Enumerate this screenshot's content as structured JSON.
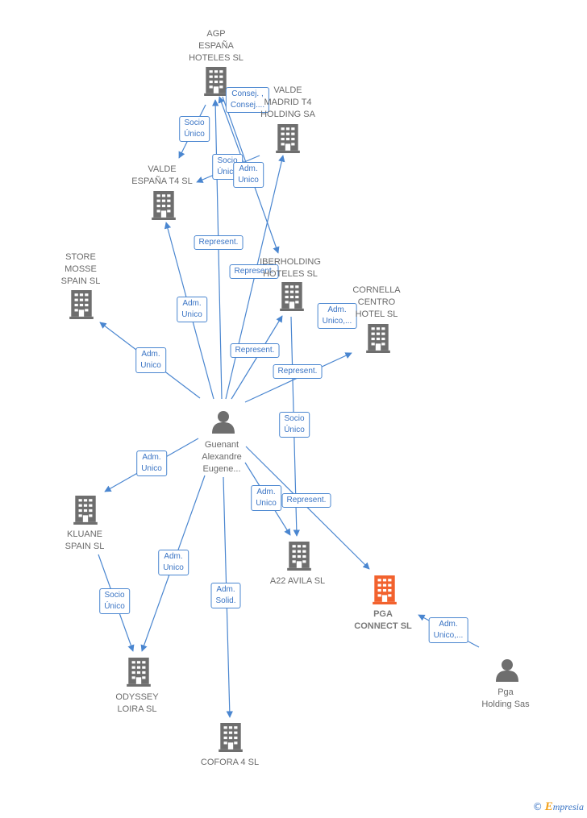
{
  "colors": {
    "edge": "#4a86d0",
    "node": "#6e6e6e",
    "focus_node": "#f2622e"
  },
  "nodes": [
    {
      "id": "agp",
      "type": "company",
      "lines": [
        "AGP",
        "ESPAÑA",
        "HOTELES SL"
      ]
    },
    {
      "id": "valde_madrid",
      "type": "company",
      "lines": [
        "VALDE",
        "MADRID T4",
        "HOLDING SA"
      ]
    },
    {
      "id": "valde_espana",
      "type": "company",
      "lines": [
        "VALDE",
        "ESPAÑA T4  SL"
      ]
    },
    {
      "id": "store_mosse",
      "type": "company",
      "lines": [
        "STORE",
        "MOSSE",
        "SPAIN SL"
      ]
    },
    {
      "id": "iberholding",
      "type": "company",
      "lines": [
        "IBERHOLDING",
        "HOTELES  SL"
      ]
    },
    {
      "id": "cornella",
      "type": "company",
      "lines": [
        "CORNELLA",
        "CENTRO",
        "HOTEL  SL"
      ]
    },
    {
      "id": "guenant",
      "type": "person",
      "lines": [
        "Guenant",
        "Alexandre",
        "Eugene..."
      ]
    },
    {
      "id": "kluane",
      "type": "company",
      "lines": [
        "KLUANE",
        "SPAIN SL"
      ]
    },
    {
      "id": "a22",
      "type": "company",
      "lines": [
        "A22 AVILA  SL"
      ]
    },
    {
      "id": "pga_connect",
      "type": "company",
      "focus": true,
      "lines": [
        "PGA",
        "CONNECT  SL"
      ]
    },
    {
      "id": "pga_holding",
      "type": "person",
      "lines": [
        "Pga",
        "Holding Sas"
      ]
    },
    {
      "id": "odyssey",
      "type": "company",
      "lines": [
        "ODYSSEY",
        "LOIRA  SL"
      ]
    },
    {
      "id": "cofora",
      "type": "company",
      "lines": [
        "COFORA 4 SL"
      ]
    }
  ],
  "edges": [
    {
      "id": "agp-consej",
      "lines": [
        "Consej. ,",
        "Consej...."
      ]
    },
    {
      "id": "agp-socio",
      "lines": [
        "Socio",
        "Único"
      ]
    },
    {
      "id": "madrid-socio",
      "lines": [
        "Socio",
        "Único"
      ]
    },
    {
      "id": "madrid-adm",
      "lines": [
        "Adm.",
        "Unico"
      ]
    },
    {
      "id": "g-agp",
      "lines": [
        "Represent."
      ]
    },
    {
      "id": "g-valde-espana",
      "lines": [
        "Adm.",
        "Unico"
      ]
    },
    {
      "id": "g-madrid",
      "lines": [
        "Represent."
      ]
    },
    {
      "id": "g-store",
      "lines": [
        "Adm.",
        "Unico"
      ]
    },
    {
      "id": "g-iber",
      "lines": [
        "Represent."
      ]
    },
    {
      "id": "g-cornella",
      "lines": [
        "Represent."
      ]
    },
    {
      "id": "cornella-adm",
      "lines": [
        "Adm.",
        "Unico,..."
      ]
    },
    {
      "id": "iber-a22",
      "lines": [
        "Socio",
        "Único"
      ]
    },
    {
      "id": "g-kluane",
      "lines": [
        "Adm.",
        "Unico"
      ]
    },
    {
      "id": "g-a22-adm",
      "lines": [
        "Adm.",
        "Unico"
      ]
    },
    {
      "id": "g-pga",
      "lines": [
        "Represent."
      ]
    },
    {
      "id": "g-odyssey",
      "lines": [
        "Adm.",
        "Unico"
      ]
    },
    {
      "id": "g-cofora",
      "lines": [
        "Adm.",
        "Solid."
      ]
    },
    {
      "id": "kluane-odyssey",
      "lines": [
        "Socio",
        "Único"
      ]
    },
    {
      "id": "pgaholding-pga",
      "lines": [
        "Adm.",
        "Unico,..."
      ]
    }
  ],
  "footer": {
    "copyright": "©",
    "brand_initial": "E",
    "brand_rest": "mpresia"
  }
}
